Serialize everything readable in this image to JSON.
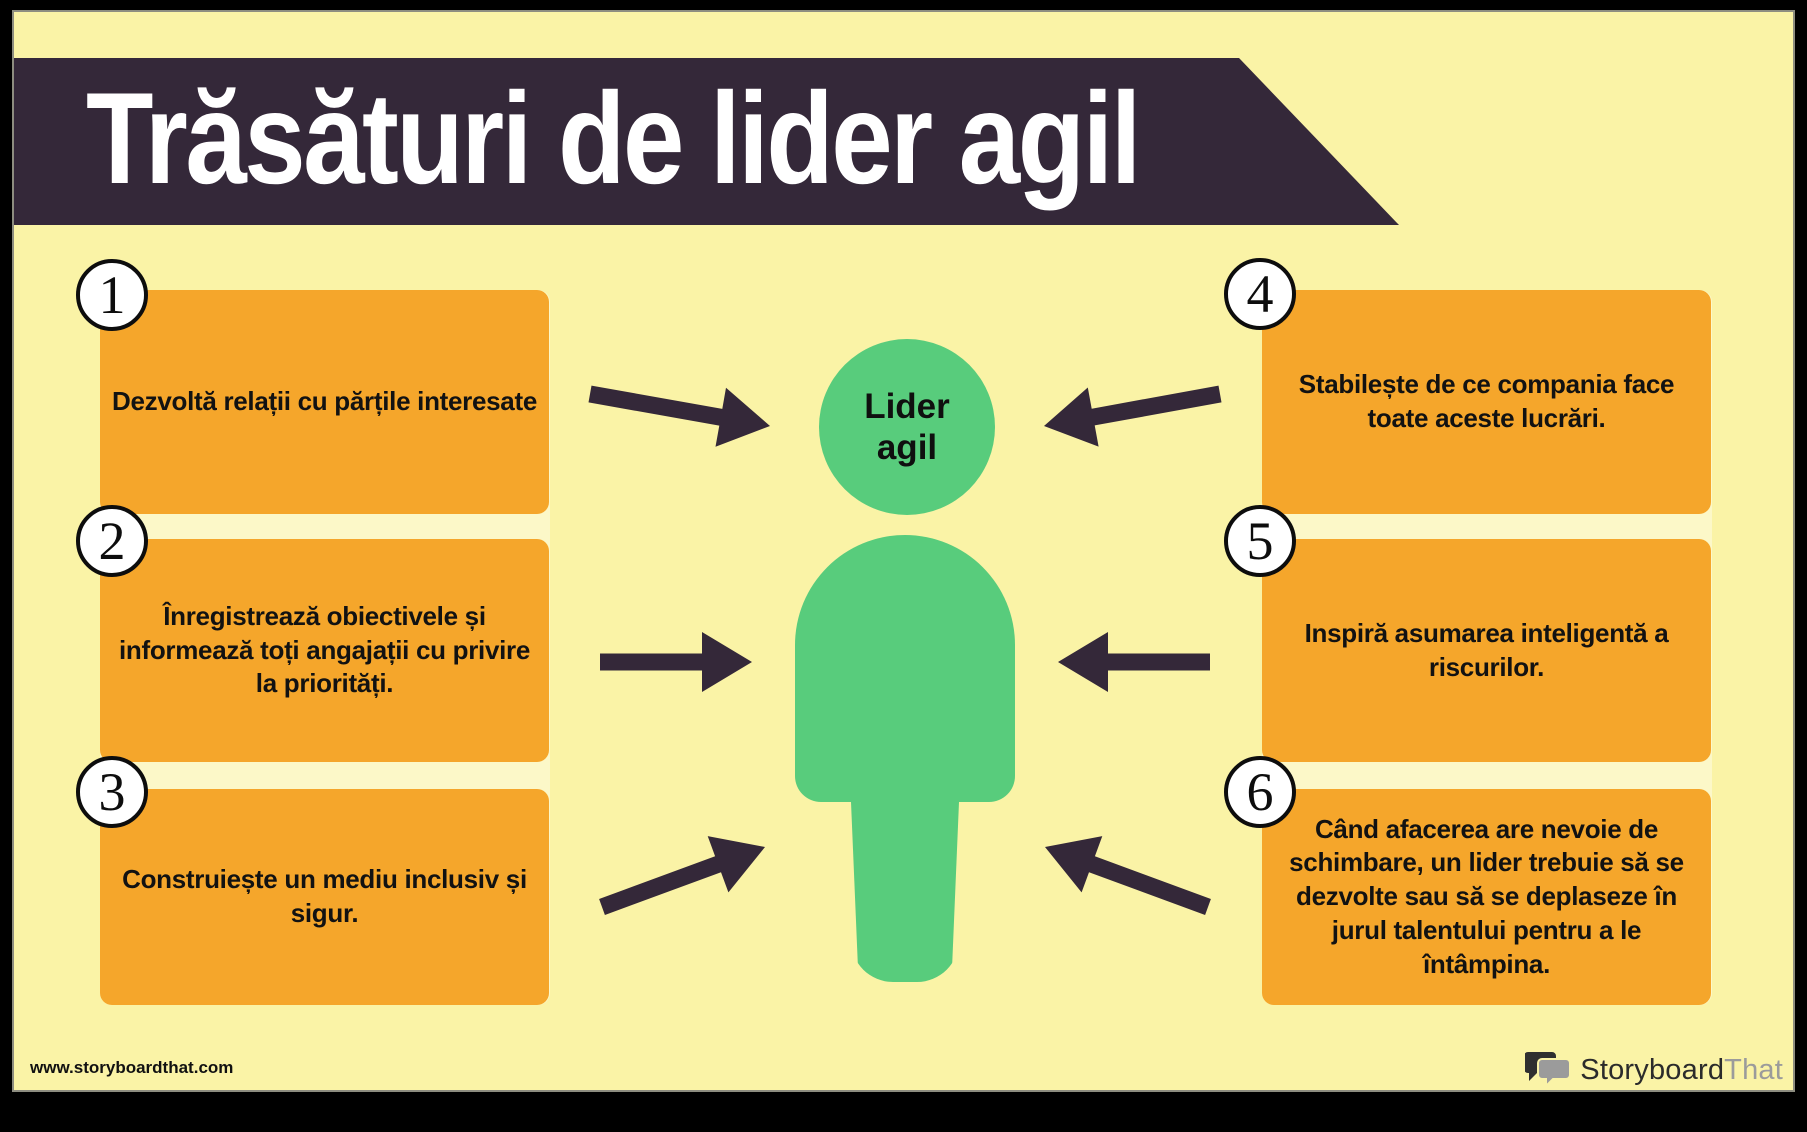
{
  "title": "Trăsături de lider agil",
  "center": {
    "label": "Lider\nagil"
  },
  "items": [
    {
      "number": "1",
      "text": "Dezvoltă relații cu părțile interesate"
    },
    {
      "number": "2",
      "text": "Înregistrează obiectivele și informează toți angajații cu privire la priorități."
    },
    {
      "number": "3",
      "text": "Construiește un mediu inclusiv și sigur."
    },
    {
      "number": "4",
      "text": "Stabilește de ce compania face toate aceste lucrări."
    },
    {
      "number": "5",
      "text": "Inspiră asumarea inteligentă a riscurilor."
    },
    {
      "number": "6",
      "text": "Când afacerea are nevoie de schimbare, un lider trebuie să se dezvolte sau să se deplaseze în jurul talentului pentru a le întâmpina."
    }
  ],
  "footer": {
    "website": "www.storyboardthat.com",
    "logo_text_primary": "Storyboard",
    "logo_text_secondary": "That"
  },
  "colors": {
    "banner": "#342839",
    "box_orange": "#f5a62b",
    "figure_green": "#58cc7c",
    "background_yellow": "#faf3a6",
    "stripe_yellow": "#fcf8c8",
    "arrow": "#342839",
    "title_text": "#ffffff",
    "logo_secondary": "#9b9b9b"
  }
}
